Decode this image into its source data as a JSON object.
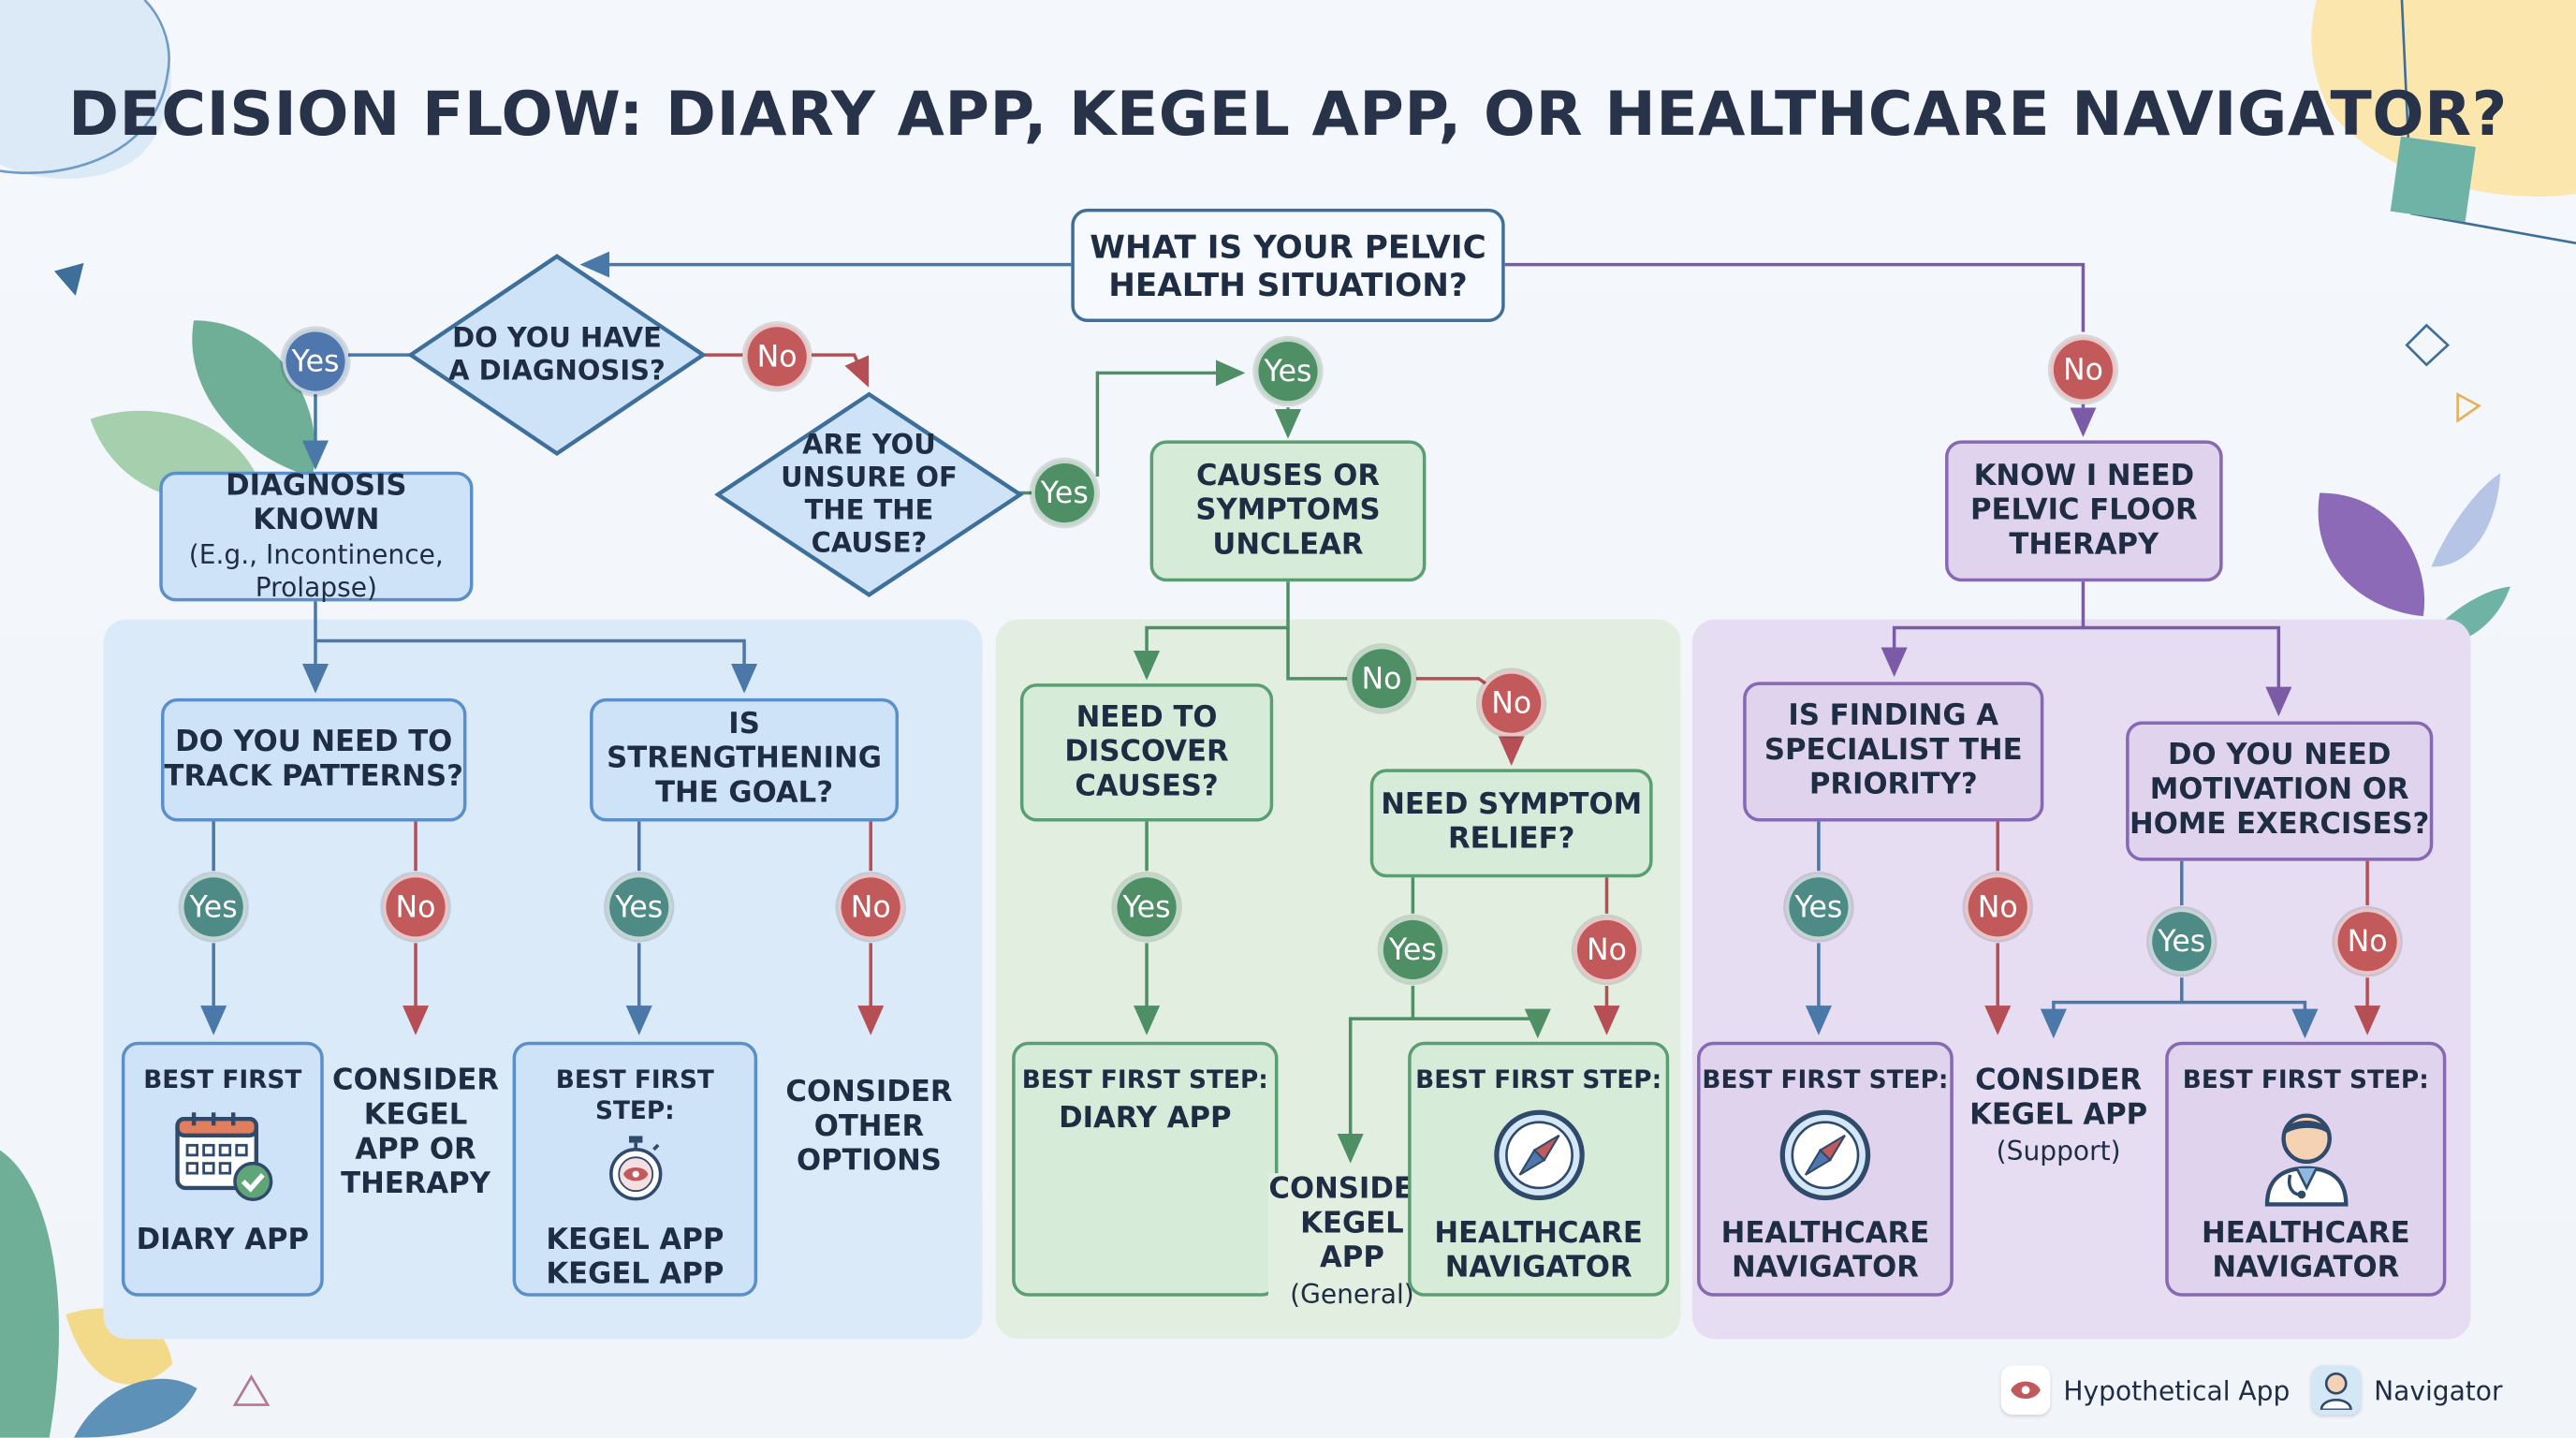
{
  "title": "DECISION FLOW: DIARY APP, KEGEL APP, OR HEALTHCARE NAVIGATOR?",
  "nodes": {
    "root": "WHAT IS YOUR PELVIC HEALTH SITUATION?",
    "have_diagnosis": "DO YOU HAVE A DIAGNOSIS?",
    "unsure_cause": "ARE YOU UNSURE OF THE THE CAUSE?",
    "diagnosis_known": "DIAGNOSIS KNOWN",
    "diagnosis_known_sub": "(E.g., Incontinence, Prolapse)",
    "causes_unclear": "CAUSES OR SYMPTOMS UNCLEAR",
    "know_therapy": "KNOW I NEED PELVIC FLOOR THERAPY",
    "track_patterns": "DO YOU NEED TO TRACK PATTERNS?",
    "strengthening_goal": "IS STRENGTHENING THE GOAL?",
    "discover_causes": "NEED TO DISCOVER CAUSES?",
    "symptom_relief": "NEED SYMPTOM RELIEF?",
    "specialist_priority": "IS FINDING A SPECIALIST THE PRIORITY?",
    "motivation_exercises": "DO YOU NEED MOTIVATION OR HOME EXERCISES?"
  },
  "outcomes": {
    "diary_head": "BEST FIRST",
    "diary_label": "DIARY APP",
    "kegel_or_therapy": "CONSIDER KEGEL APP OR THERAPY",
    "kegel_head": "BEST FIRST STEP:",
    "kegel_label": "KEGEL APP KEGEL APP",
    "other_options": "CONSIDER OTHER OPTIONS",
    "diary2_head": "BEST FIRST STEP:",
    "diary2_label": "DIARY APP",
    "kegel_general": "CONSIDER KEGEL APP",
    "kegel_general_sub": "(General)",
    "nav1_head": "BEST FIRST STEP:",
    "nav1_label": "HEALTHCARE NAVIGATOR",
    "nav2_head": "BEST FIRST STEP:",
    "nav2_label": "HEALTHCARE NAVIGATOR",
    "kegel_support": "CONSIDER KEGEL APP",
    "kegel_support_sub": "(Support)",
    "nav3_head": "BEST FIRST STEP:",
    "nav3_label": "HEALTHCARE NAVIGATOR"
  },
  "badges": {
    "yes": "Yes",
    "no": "No"
  },
  "legend": {
    "app": "Hypothetical App",
    "navigator": "Navigator"
  },
  "colors": {
    "blue": "#5b8fca",
    "green": "#5b9e72",
    "purple": "#8768b3",
    "red": "#c25a5c"
  }
}
